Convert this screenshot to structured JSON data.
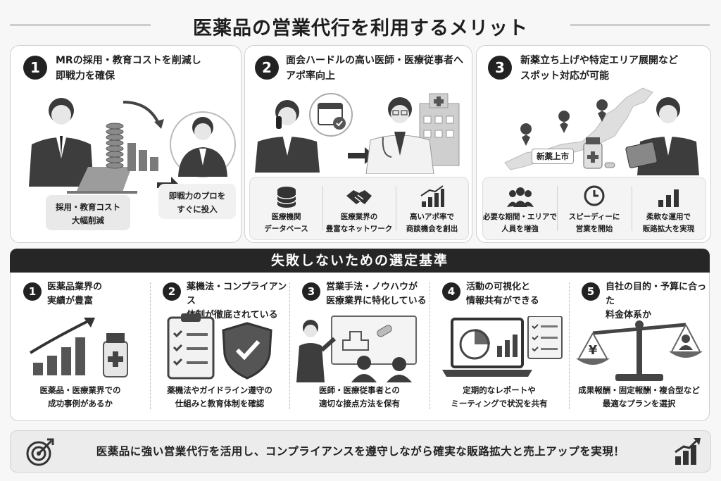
{
  "title": "医薬品の営業代行を利用するメリット",
  "merits": [
    {
      "number": "1",
      "heading": "MRの採用・教育コストを削減し\n即戦力を確保",
      "labels": [
        "採用・教育コスト\n大幅削減",
        "即戦力のプロを\nすぐに投入"
      ]
    },
    {
      "number": "2",
      "heading": "面会ハードルの高い医師・医療従事者へ\nアポ率向上",
      "features": [
        {
          "icon": "database-icon",
          "label": "医療機関\nデータベース"
        },
        {
          "icon": "handshake-icon",
          "label": "医療業界の\n豊富なネットワーク"
        },
        {
          "icon": "growth-chart-icon",
          "label": "高いアポ率で\n商談機会を創出"
        }
      ]
    },
    {
      "number": "3",
      "heading": "新薬立ち上げや特定エリア展開など\nスポット対応が可能",
      "map_label": "新薬上市",
      "features": [
        {
          "icon": "team-icon",
          "label": "必要な期間・エリアで\n人員を増強"
        },
        {
          "icon": "clock-icon",
          "label": "スピーディーに\n営業を開始"
        },
        {
          "icon": "bar-chart-icon",
          "label": "柔軟な運用で\n販路拡大を実現"
        }
      ]
    }
  ],
  "criteria_title": "失敗しないための選定基準",
  "criteria": [
    {
      "number": "1",
      "heading": "医薬品業界の\n実績が豊富",
      "desc": "医薬品・医療業界での\n成功事例があるか",
      "icon": "growth-bars-medicine-icon"
    },
    {
      "number": "2",
      "heading": "薬機法・コンプライアンス\n体制が徹底されている",
      "desc": "薬機法やガイドライン遵守の\n仕組みと教育体制を確認",
      "icon": "checklist-shield-icon"
    },
    {
      "number": "3",
      "heading": "営業手法・ノウハウが\n医療業界に特化している",
      "desc": "医師・医療従事者との\n適切な接点方法を保有",
      "icon": "presentation-icon"
    },
    {
      "number": "4",
      "heading": "活動の可視化と\n情報共有ができる",
      "desc": "定期的なレポートや\nミーティングで状況を共有",
      "icon": "laptop-report-icon"
    },
    {
      "number": "5",
      "heading": "自社の目的・予算に合った\n料金体系か",
      "desc": "成果報酬・固定報酬・複合型など\n最適なプランを選択",
      "icon": "balance-scale-icon"
    }
  ],
  "footer_text": "医薬品に強い営業代行を活用し、コンプライアンスを遵守しながら確実な販路拡大と売上アップを実現！",
  "colors": {
    "dark": "#262626",
    "panel": "#ffffff",
    "background": "#f7f7f7",
    "subbox": "#e9e9e9"
  }
}
